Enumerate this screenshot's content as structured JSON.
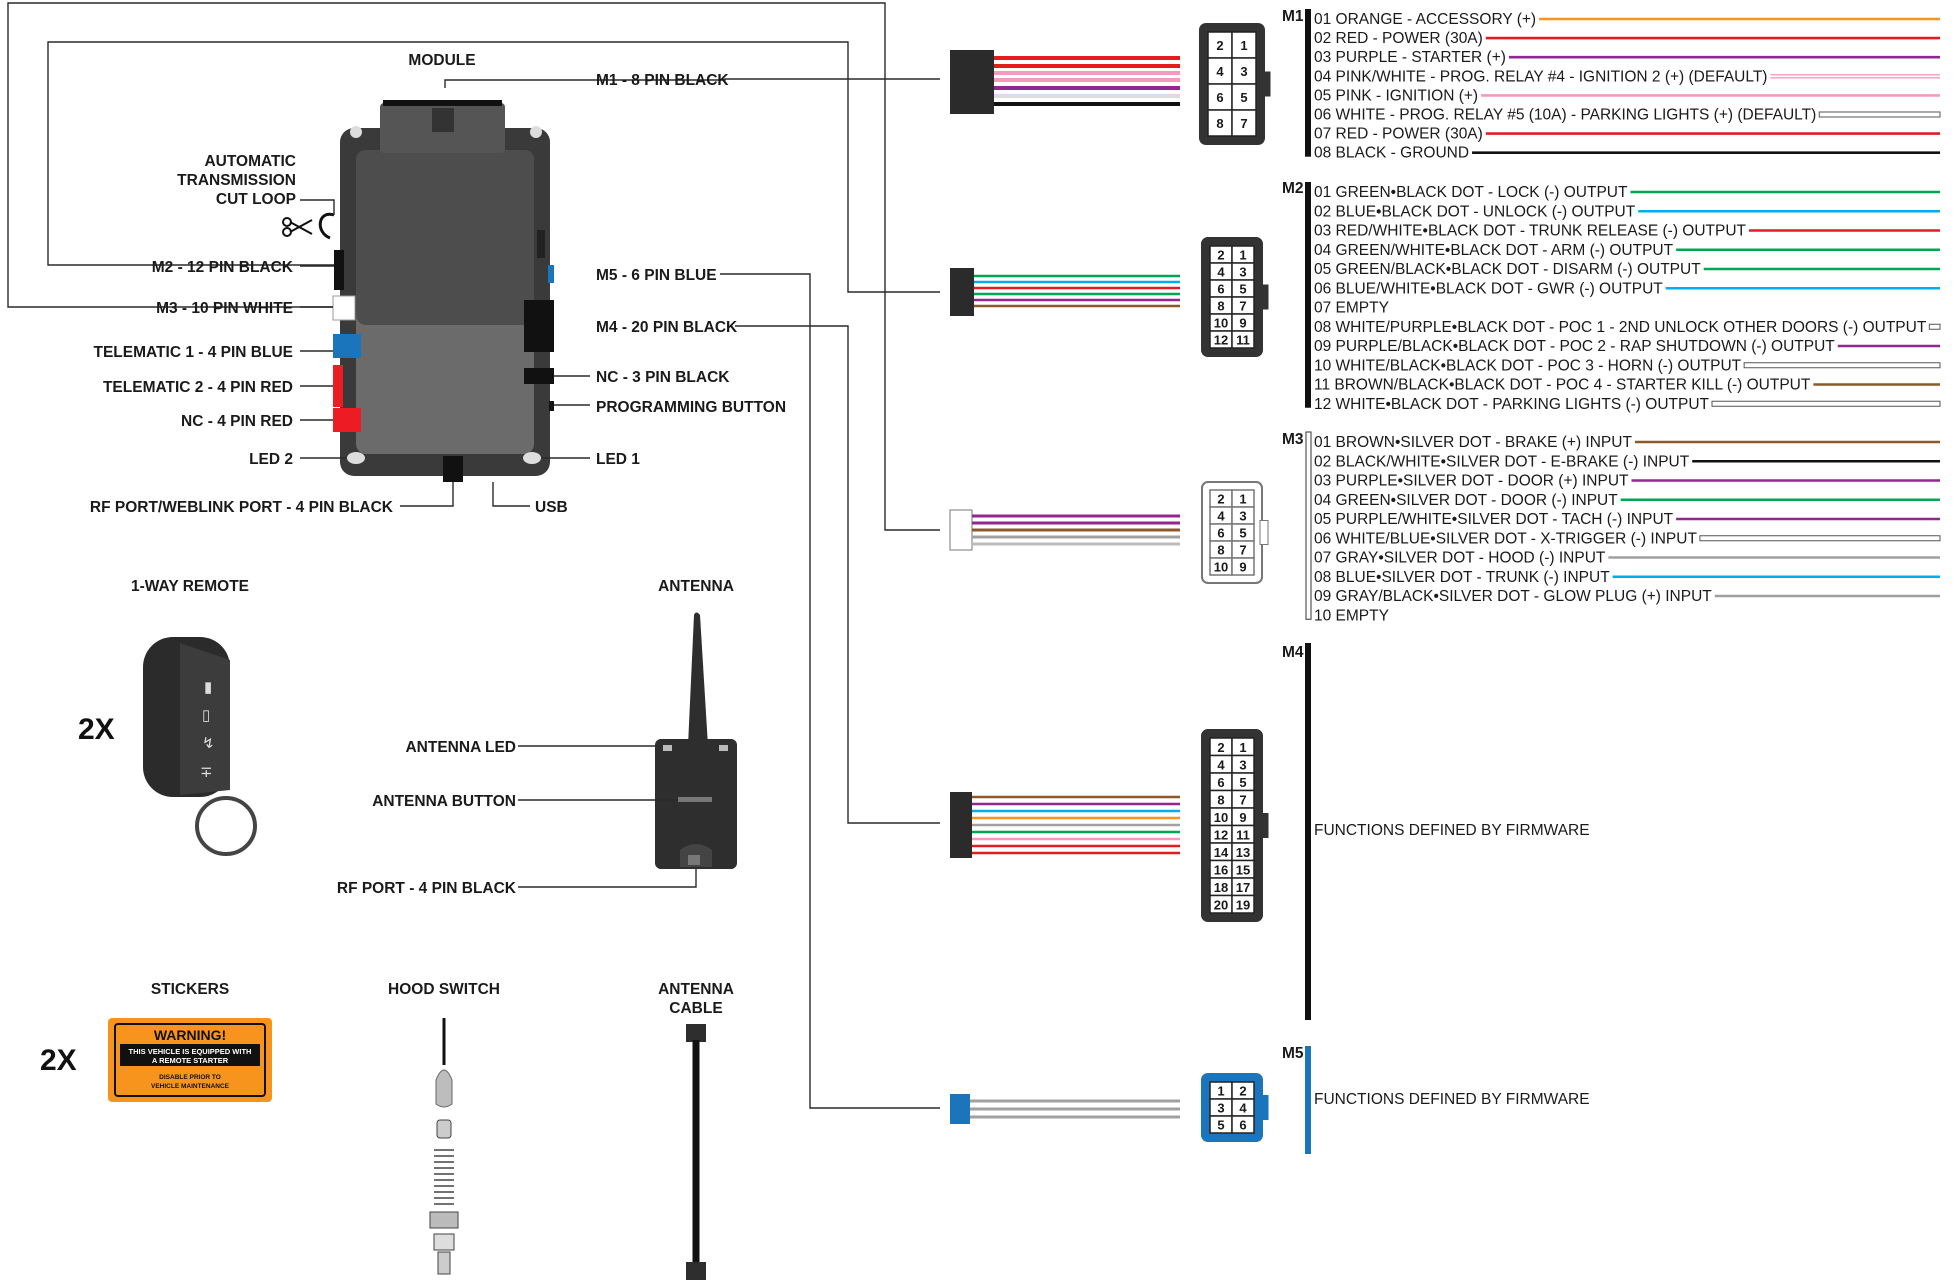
{
  "module": {
    "title": "MODULE",
    "cut_loop": [
      "AUTOMATIC",
      "TRANSMISSION",
      "CUT LOOP"
    ],
    "ports": {
      "m1": "M1 - 8 PIN BLACK",
      "m2": "M2 - 12 PIN BLACK",
      "m3": "M3 - 10 PIN WHITE",
      "m4": "M4 - 20 PIN BLACK",
      "m5": "M5 - 6 PIN BLUE",
      "telematic1": "TELEMATIC 1 - 4 PIN BLUE",
      "telematic2": "TELEMATIC 2 - 4 PIN RED",
      "nc4": "NC - 4 PIN RED",
      "nc3": "NC - 3 PIN BLACK",
      "programming": "PROGRAMMING BUTTON",
      "led2": "LED 2",
      "led1": "LED 1",
      "rfport": "RF PORT/WEBLINK PORT - 4 PIN BLACK",
      "usb": "USB"
    }
  },
  "remote": {
    "title": "1-WAY REMOTE",
    "qty": "2X"
  },
  "antenna": {
    "title": "ANTENNA",
    "led": "ANTENNA LED",
    "button": "ANTENNA BUTTON",
    "rfport": "RF PORT - 4 PIN BLACK"
  },
  "stickers": {
    "title": "STICKERS",
    "qty": "2X",
    "warning": "WARNING!",
    "line1": "THIS VEHICLE IS EQUIPPED WITH",
    "line2": "A REMOTE STARTER",
    "line3": "DISABLE PRIOR TO",
    "line4": "VEHICLE MAINTENANCE"
  },
  "hood_switch": {
    "title": "HOOD SWITCH"
  },
  "antenna_cable": {
    "title_line1": "ANTENNA",
    "title_line2": "CABLE"
  },
  "connectors": {
    "m1": {
      "tag": "M1",
      "pins": [
        "2",
        "1",
        "4",
        "3",
        "6",
        "5",
        "8",
        "7"
      ],
      "wires": [
        {
          "label": "01 ORANGE - ACCESSORY (+)",
          "color": "#f7941d",
          "style": "solid"
        },
        {
          "label": "02 RED - POWER (30A)",
          "color": "#e31b23",
          "style": "solid"
        },
        {
          "label": "03 PURPLE - STARTER (+)",
          "color": "#92278f",
          "style": "solid"
        },
        {
          "label": "04 PINK/WHITE - PROG. RELAY #4 - IGNITION 2  (+) (DEFAULT)",
          "color": "#f49ac1",
          "style": "double"
        },
        {
          "label": "05 PINK - IGNITION (+)",
          "color": "#f49ac1",
          "style": "solid"
        },
        {
          "label": "06 WHITE - PROG. RELAY #5 (10A) - PARKING LIGHTS (+) (DEFAULT)",
          "color": "#ffffff",
          "style": "outline"
        },
        {
          "label": "07 RED - POWER (30A)",
          "color": "#e31b23",
          "style": "solid"
        },
        {
          "label": "08 BLACK - GROUND",
          "color": "#111111",
          "style": "solid"
        }
      ]
    },
    "m2": {
      "tag": "M2",
      "pins": [
        "2",
        "1",
        "4",
        "3",
        "6",
        "5",
        "8",
        "7",
        "10",
        "9",
        "12",
        "11"
      ],
      "wires": [
        {
          "label": "01 GREEN•BLACK DOT - LOCK (-) OUTPUT",
          "color": "#00a651",
          "style": "solid"
        },
        {
          "label": "02 BLUE•BLACK DOT - UNLOCK (-) OUTPUT",
          "color": "#00aeef",
          "style": "solid"
        },
        {
          "label": "03 RED/WHITE•BLACK DOT - TRUNK RELEASE (-) OUTPUT",
          "color": "#e31b23",
          "style": "solid"
        },
        {
          "label": "04 GREEN/WHITE•BLACK DOT - ARM (-) OUTPUT",
          "color": "#00a651",
          "style": "solid"
        },
        {
          "label": "05 GREEN/BLACK•BLACK DOT - DISARM (-) OUTPUT",
          "color": "#00a651",
          "style": "solid"
        },
        {
          "label": "06 BLUE/WHITE•BLACK DOT - GWR (-) OUTPUT",
          "color": "#00aeef",
          "style": "solid"
        },
        {
          "label": "07 EMPTY",
          "color": "",
          "style": "none"
        },
        {
          "label": "08 WHITE/PURPLE•BLACK DOT - POC 1 - 2ND UNLOCK OTHER DOORS (-) OUTPUT",
          "color": "#ffffff",
          "style": "outline"
        },
        {
          "label": "09 PURPLE/BLACK•BLACK DOT - POC 2 - RAP SHUTDOWN (-) OUTPUT",
          "color": "#92278f",
          "style": "solid"
        },
        {
          "label": "10 WHITE/BLACK•BLACK DOT - POC 3 - HORN (-) OUTPUT",
          "color": "#ffffff",
          "style": "outline"
        },
        {
          "label": "11 BROWN/BLACK•BLACK DOT - POC 4 - STARTER KILL (-) OUTPUT",
          "color": "#8b5a2b",
          "style": "solid"
        },
        {
          "label": "12 WHITE•BLACK DOT - PARKING LIGHTS (-) OUTPUT",
          "color": "#ffffff",
          "style": "outline"
        }
      ]
    },
    "m3": {
      "tag": "M3",
      "pins": [
        "2",
        "1",
        "4",
        "3",
        "6",
        "5",
        "8",
        "7",
        "10",
        "9"
      ],
      "wires": [
        {
          "label": "01 BROWN•SILVER DOT - BRAKE (+) INPUT",
          "color": "#8b5a2b",
          "style": "solid"
        },
        {
          "label": "02 BLACK/WHITE•SILVER DOT - E-BRAKE (-) INPUT",
          "color": "#111111",
          "style": "solid"
        },
        {
          "label": "03 PURPLE•SILVER DOT - DOOR (+) INPUT",
          "color": "#92278f",
          "style": "solid"
        },
        {
          "label": "04 GREEN•SILVER DOT - DOOR (-) INPUT",
          "color": "#00a651",
          "style": "solid"
        },
        {
          "label": "05 PURPLE/WHITE•SILVER DOT - TACH (-) INPUT",
          "color": "#92278f",
          "style": "solid"
        },
        {
          "label": "06 WHITE/BLUE•SILVER DOT - X-TRIGGER (-) INPUT",
          "color": "#ffffff",
          "style": "outline"
        },
        {
          "label": "07 GRAY•SILVER DOT - HOOD (-) INPUT",
          "color": "#a0a0a0",
          "style": "solid"
        },
        {
          "label": "08 BLUE•SILVER DOT - TRUNK (-) INPUT",
          "color": "#00aeef",
          "style": "solid"
        },
        {
          "label": "09 GRAY/BLACK•SILVER DOT - GLOW PLUG (+) INPUT",
          "color": "#a0a0a0",
          "style": "solid"
        },
        {
          "label": "10 EMPTY",
          "color": "",
          "style": "none"
        }
      ]
    },
    "m4": {
      "tag": "M4",
      "pins": [
        "2",
        "1",
        "4",
        "3",
        "6",
        "5",
        "8",
        "7",
        "10",
        "9",
        "12",
        "11",
        "14",
        "13",
        "16",
        "15",
        "18",
        "17",
        "20",
        "19"
      ],
      "description": "FUNCTIONS DEFINED BY FIRMWARE"
    },
    "m5": {
      "tag": "M5",
      "pins": [
        "1",
        "2",
        "3",
        "4",
        "5",
        "6"
      ],
      "description": "FUNCTIONS DEFINED BY FIRMWARE"
    }
  },
  "colors": {
    "module_body": "#5a5a5a",
    "module_dark": "#3a3a3a",
    "blue_connector": "#1b75bc",
    "red_connector": "#ed1c24",
    "sticker_orange": "#f7941d"
  }
}
